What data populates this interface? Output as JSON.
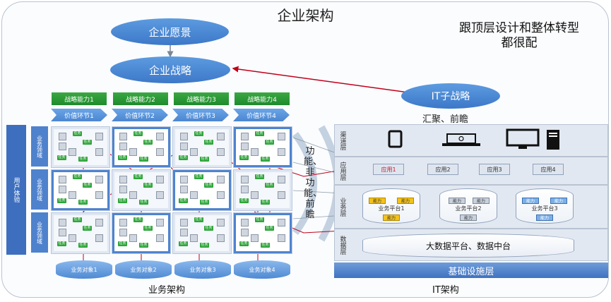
{
  "title": "企业架构",
  "note_line1": "跟顶层设计和整体转型",
  "note_line2": "都很配",
  "vision": "企业愿景",
  "strategy": "企业战略",
  "it_strategy": "IT子战略",
  "it_sub": "汇聚、前瞻",
  "capabilities": [
    "战略能力1",
    "战略能力2",
    "战略能力3",
    "战略能力4"
  ],
  "value_chain": [
    "价值环节1",
    "价值环节2",
    "价值环节3",
    "价值环节4"
  ],
  "sidebar_label": "用户体验",
  "row_labels": [
    "业务领域",
    "业务领域",
    "业务领域"
  ],
  "chip_label": "任务",
  "business_objects": [
    "业务对象1",
    "业务对象2",
    "业务对象3",
    "业务对象4"
  ],
  "side_text": "功能、非功能、前瞻",
  "business_caption": "业务架构",
  "it_caption": "IT架构",
  "it_layers": {
    "channel": "渠道层",
    "application": "应用层",
    "business": "业务层",
    "data": "数据层"
  },
  "apps": [
    "应用1",
    "应用2",
    "应用3",
    "应用4"
  ],
  "platforms": [
    {
      "label": "业务平台1",
      "btns": [
        "能力",
        "能力",
        "能力"
      ]
    },
    {
      "label": "业务平台2",
      "btns": [
        "能力",
        "能力",
        "能力"
      ]
    },
    {
      "label": "业务平台3",
      "btns": [
        "能力",
        "能力",
        "能力"
      ]
    }
  ],
  "data_platform": "大数据平台、数据中台",
  "infra": "基础设施层",
  "colors": {
    "accent_blue": "#3c78c8",
    "green": "#1f8a2c",
    "arrow_red": "#c0001a",
    "yellow": "#f3c21b"
  },
  "icons": [
    "tablet-icon",
    "laptop-icon",
    "desktop-icon"
  ]
}
